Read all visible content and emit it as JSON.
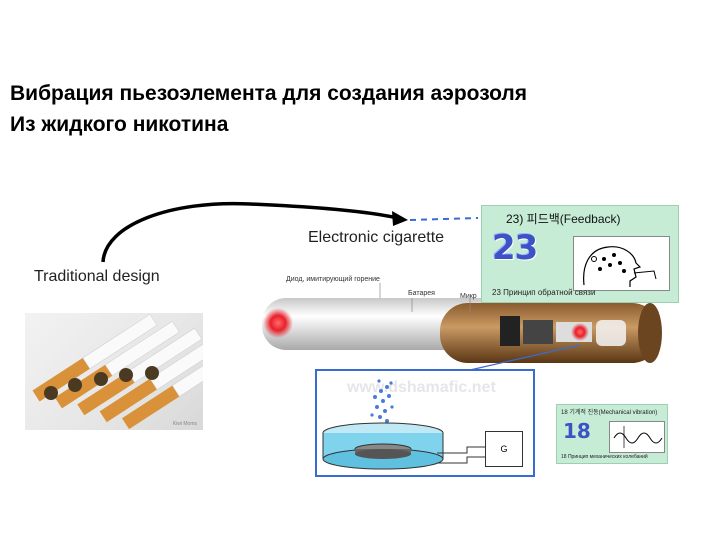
{
  "slide": {
    "title_line1": "Вибрация пьезоэлемента для создания аэрозоля",
    "title_line2": "Из жидкого никотина"
  },
  "labels": {
    "traditional": "Traditional design",
    "electronic": "Electronic cigarette",
    "diode": "Диод, имитирующий горение",
    "battery": "Батарея",
    "micro": "Микр"
  },
  "photo": {
    "caption": "Kiwi Moms"
  },
  "feedback_panel": {
    "header": "23) 피드백(Feedback)",
    "number": "23",
    "caption": "23  Принцип обратной связи"
  },
  "piezo_inset": {
    "watermark": "www.dshamafic.net",
    "generator_label": "G"
  },
  "mechanical_panel": {
    "header": "18 기계적 진동(Mechanical vibration)",
    "number": "18",
    "caption": "18  Принцип механических колебаний"
  },
  "colors": {
    "arrow": "#000000",
    "inset_border": "#3a6bd1",
    "panel_bg": "#c6ecd6",
    "panel_number": "#3b53c4",
    "led": "#e8202a",
    "water": "#7fd3ec"
  }
}
